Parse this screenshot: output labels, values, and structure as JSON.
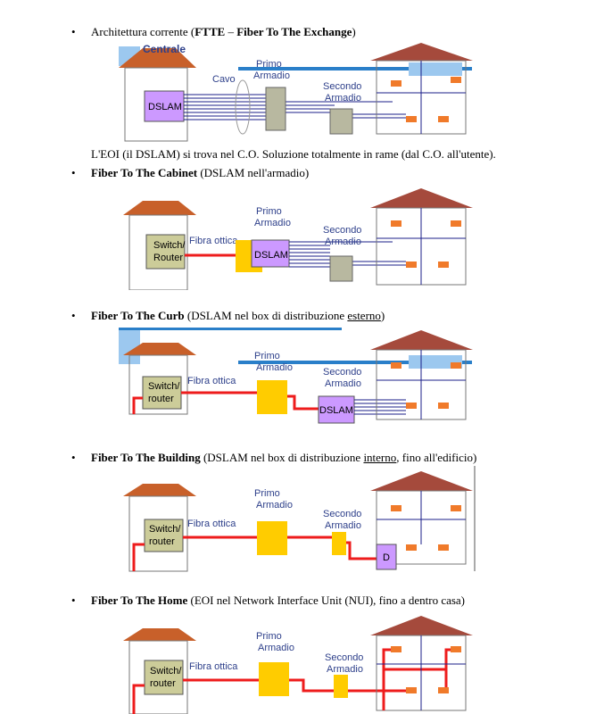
{
  "sections": [
    {
      "parts": {
        "a": "Architettura corrente (",
        "b": "FTTE",
        "c": " – ",
        "d": "Fiber To The Exchange",
        "e": ")"
      },
      "note": "L'EOI (il DSLAM) si trova nel C.O. Soluzione totalmente in rame (dal C.O. all'utente)."
    },
    {
      "parts": {
        "a": "Fiber To The Cabinet",
        "b": " (DSLAM nell'armadio)"
      }
    },
    {
      "parts": {
        "a": "Fiber To The Curb",
        "b": " (DSLAM nel box di distribuzione ",
        "c": "esterno",
        "d": ")"
      }
    },
    {
      "parts": {
        "a": "Fiber To The Building",
        "b": " (DSLAM nel box di distribuzione ",
        "c": "interno",
        "d": ", fino all'edificio)"
      }
    },
    {
      "parts": {
        "a": "Fiber To The Home",
        "b": " (EOI nel Network Interface Unit (NUI), fino a dentro casa)"
      }
    }
  ],
  "bullet": "•",
  "labels": {
    "centrale": "Centrale",
    "cavo": "Cavo",
    "primo": "Primo",
    "armadio": "Armadio",
    "secondo": "Secondo",
    "dslam": "DSLAM",
    "d": "D",
    "switch": "Switch/",
    "router1": "Router",
    "router2": "router",
    "fibra": "Fibra ottica"
  },
  "colors": {
    "roof": "#c8602a",
    "houseRoof": "#a54a3c",
    "fiber": "#ee1c1c",
    "copper": "#1b1f8a",
    "blueBar": "#2a7fc9",
    "dslam": "#cc99ff",
    "cabinet": "#ffcc00",
    "cabinetGray": "#b8b8a0",
    "switchBox": "#cccc99",
    "orange": "#f07a2a",
    "labelBlue": "#2d3f8a"
  }
}
